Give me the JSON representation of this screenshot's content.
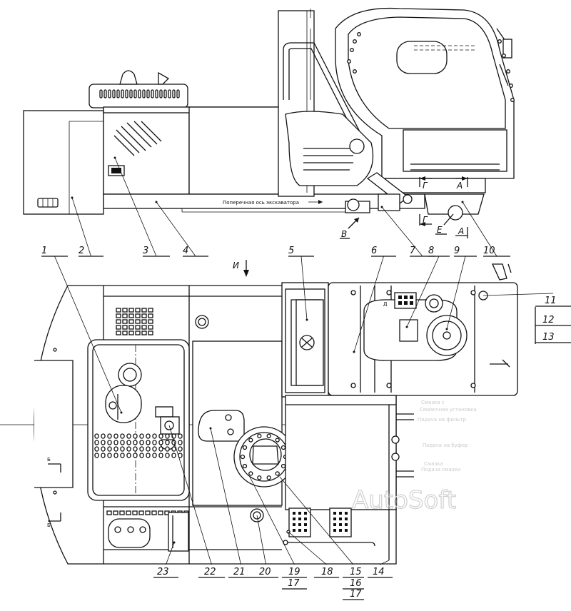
{
  "side_view": {
    "axis_text": "Поперечная ось экскаватора",
    "view_letters": [
      "В",
      "Г",
      "А",
      "Е",
      "Г",
      "А"
    ]
  },
  "top_view": {
    "arrow_label": "И",
    "section_letters": [
      "Б",
      "Б",
      "Д"
    ]
  },
  "callouts": [
    "1",
    "2",
    "3",
    "4",
    "5",
    "6",
    "7",
    "8",
    "9",
    "10",
    "11",
    "12",
    "13",
    "14",
    "15",
    "16",
    "17",
    "17",
    "18",
    "19",
    "20",
    "21",
    "22",
    "23"
  ],
  "faint_notes": [
    "Смазка с",
    "Смазочная установка",
    "Подача на фильтр",
    "Подача на буфер",
    "Смазка",
    "Подача смазки"
  ],
  "watermark": "AutoSoft"
}
